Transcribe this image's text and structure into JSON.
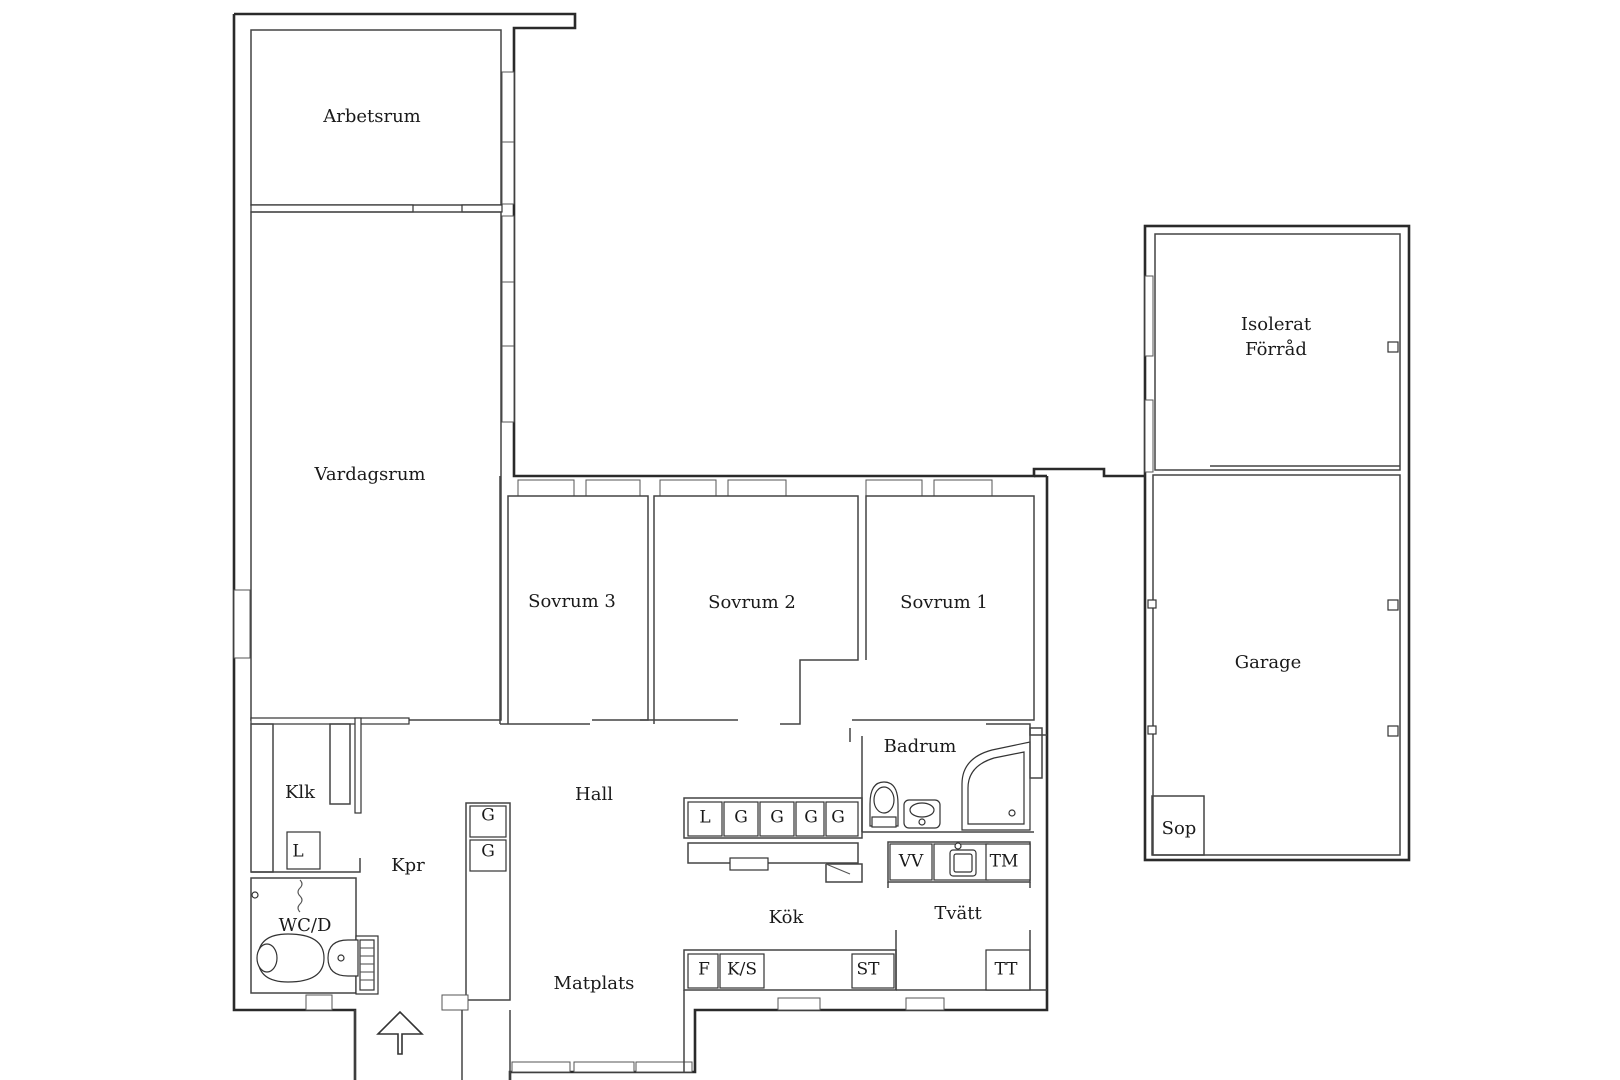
{
  "rooms": {
    "arbetsrum": "Arbetsrum",
    "vardagsrum": "Vardagsrum",
    "isolerat": "Isolerat",
    "forrad": "Förråd",
    "sovrum3": "Sovrum 3",
    "sovrum2": "Sovrum 2",
    "sovrum1": "Sovrum 1",
    "garage": "Garage",
    "badrum": "Badrum",
    "hall": "Hall",
    "klk": "Klk",
    "kpr": "Kpr",
    "wcd": "WC/D",
    "kok": "Kök",
    "tvatt": "Tvätt",
    "matplats": "Matplats",
    "sop": "Sop"
  },
  "units": {
    "kpr_g1": "G",
    "kpr_g2": "G",
    "klk_l": "L",
    "hall_l": "L",
    "hall_g1": "G",
    "hall_g2": "G",
    "hall_g3": "G",
    "hall_g4": "G",
    "vv": "VV",
    "tm": "TM",
    "f": "F",
    "ks": "K/S",
    "st": "ST",
    "tt": "TT"
  },
  "icons": [
    "entrance-arrow-icon",
    "toilet-icon",
    "sink-icon",
    "bathtub-icon",
    "radiator-icon"
  ]
}
